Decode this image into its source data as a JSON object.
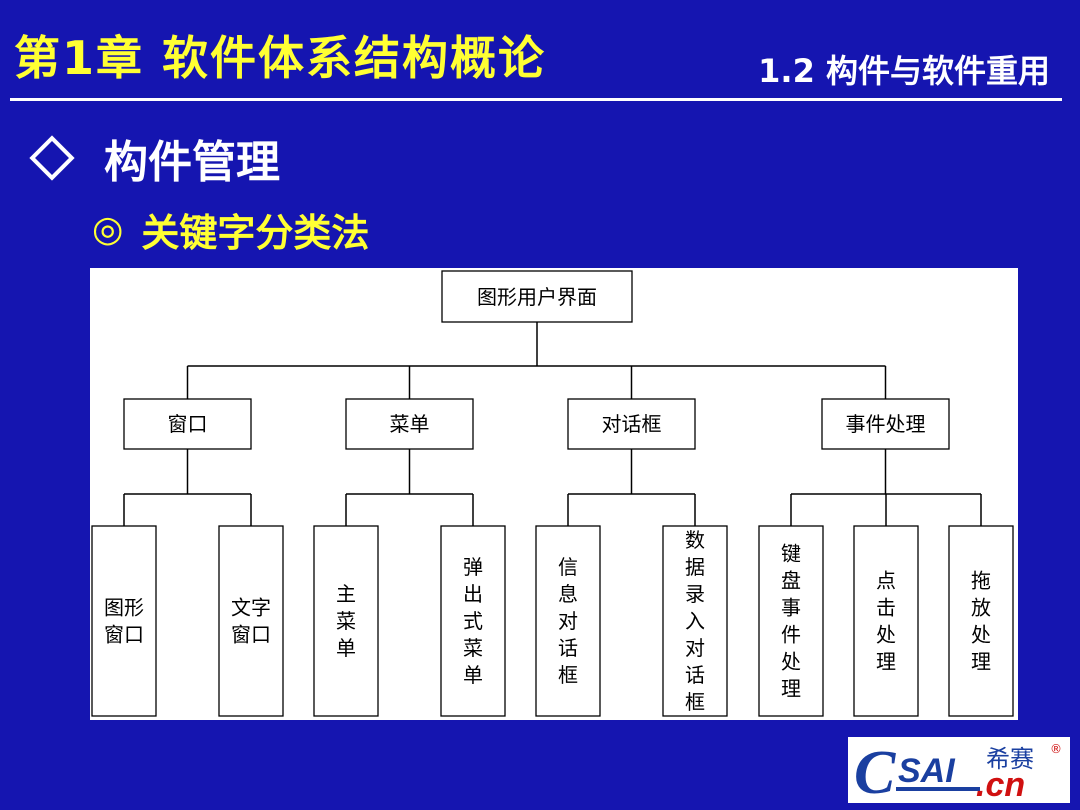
{
  "header": {
    "chapter_title": "第1章 软件体系结构概论",
    "section_title": "1.2 构件与软件重用"
  },
  "main": {
    "heading": "构件管理",
    "heading_icon": "diamond-icon",
    "subheading_bullet": "◎",
    "subheading": "关键字分类法"
  },
  "diagram": {
    "root": "图形用户界面",
    "level1": [
      "窗口",
      "菜单",
      "对话框",
      "事件处理"
    ],
    "leaves": [
      {
        "text": "图形窗口",
        "cols": [
          "图形",
          "窗口"
        ]
      },
      {
        "text": "文字窗口",
        "cols": [
          "文字",
          "窗口"
        ]
      },
      {
        "text": "主菜单",
        "vertical": true
      },
      {
        "text": "弹出式菜单",
        "vertical": true
      },
      {
        "text": "信息对话框",
        "vertical": true
      },
      {
        "text": "数据录入对话框",
        "vertical": true
      },
      {
        "text": "键盘事件处理",
        "vertical": true
      },
      {
        "text": "点击处理",
        "vertical": true
      },
      {
        "text": "拖放处理",
        "vertical": true
      }
    ]
  },
  "logo": {
    "mark": "C",
    "brand": "SAI",
    "domain": ".cn",
    "chinese": "希赛",
    "registered": "®"
  },
  "colors": {
    "background": "#1515b0",
    "title_yellow": "#ffff33",
    "white": "#ffffff",
    "logo_blue": "#1a3fa0",
    "logo_red": "#d01010"
  }
}
